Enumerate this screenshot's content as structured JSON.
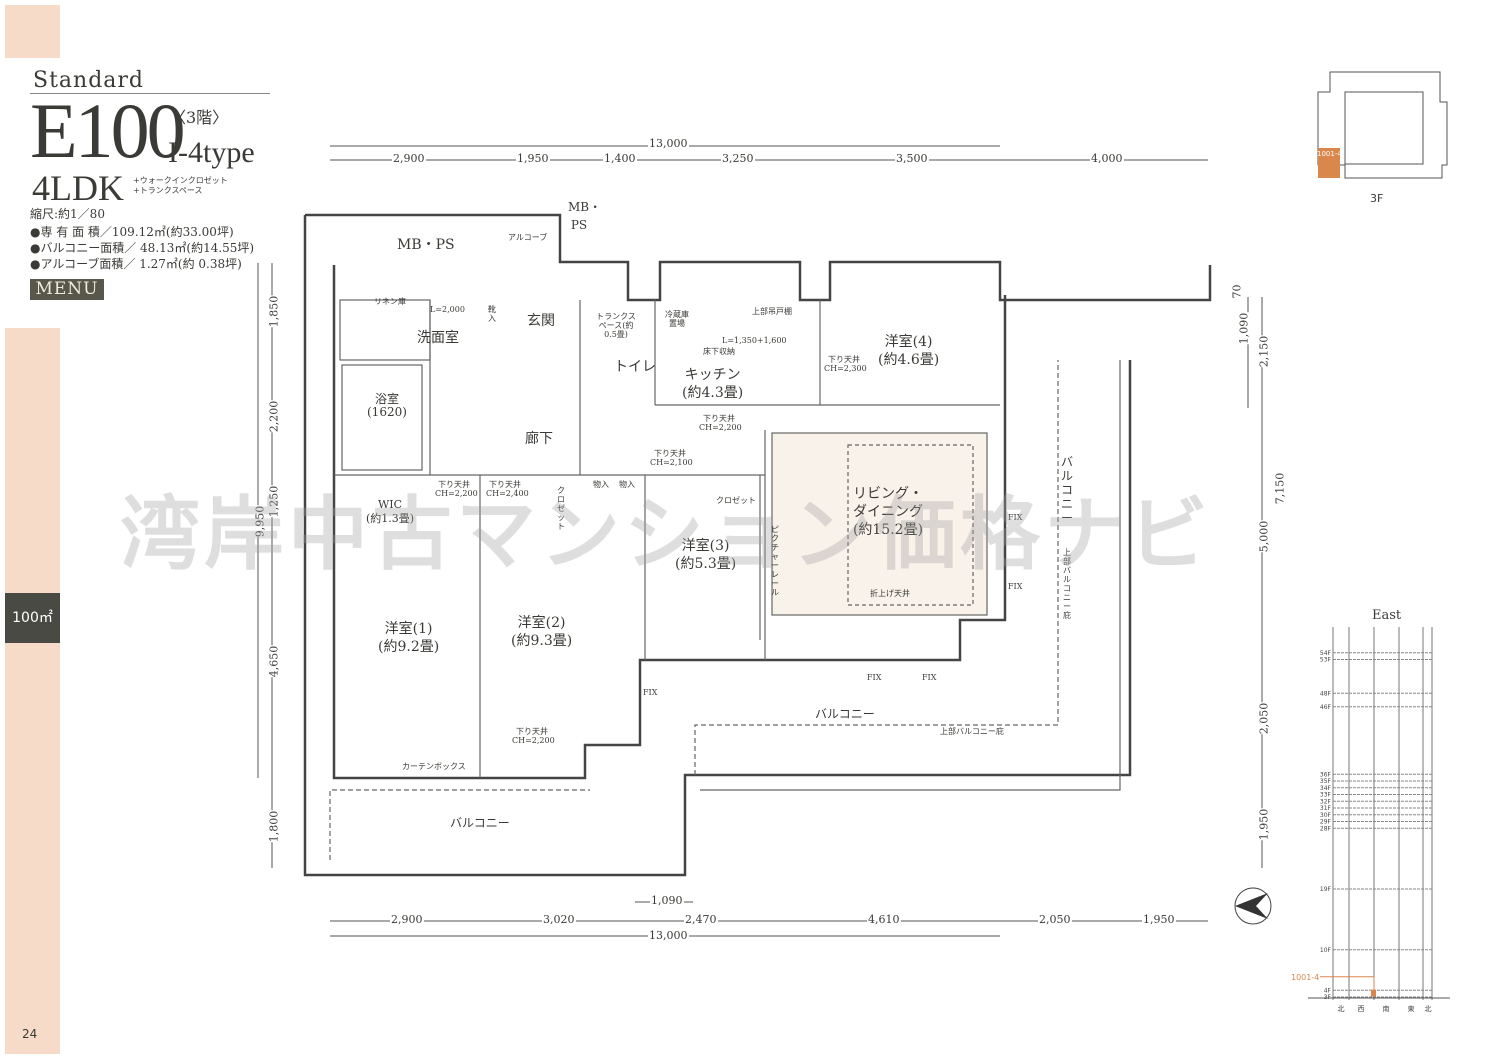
{
  "header": {
    "series": "Standard",
    "unit": "E100",
    "floor": "〈3階〉",
    "type": "I-4type",
    "layout": "4LDK",
    "extras": [
      "+ウォークインクロゼット",
      "+トランクスペース"
    ],
    "scale": "縮尺:約1／80",
    "areas": [
      "●専 有 面 積／109.12㎡(約33.00坪)",
      "●バルコニー面積／ 48.13㎡(約14.55坪)",
      "●アルコーブ面積／ 1.27㎡(約 0.38坪)"
    ],
    "menu": "MENU"
  },
  "side": {
    "area_tab": "100㎡",
    "page_number": "24"
  },
  "dims": {
    "top_total": "13,000",
    "top": [
      "2,900",
      "1,950",
      "1,400",
      "3,250",
      "3,500",
      "4,000"
    ],
    "bottom_sub": "1,090",
    "bottom": [
      "2,900",
      "3,020",
      "2,470",
      "4,610",
      "2,050",
      "1,950"
    ],
    "bottom_total": "13,000",
    "left": [
      "1,850",
      "2,200",
      "1,250",
      "4,650",
      "1,800"
    ],
    "left_total": "9,950",
    "right": [
      "70",
      "1,090",
      "2,150",
      "7,150",
      "5,000",
      "2,050",
      "1,950"
    ]
  },
  "rooms": {
    "mbps": "MB・PS",
    "mbps2": "MB・PS",
    "alcove": "アルコーブ",
    "senmen": "洗面室",
    "genkan": "玄関",
    "trunk": "トランクスペース(約0.5畳)",
    "toilet": "トイレ",
    "kitchen": "キッチン",
    "kitchen_size": "(約4.3畳)",
    "room4": "洋室(4)",
    "room4_size": "(約4.6畳)",
    "bath": "浴室",
    "bath_size": "(1620)",
    "rouka": "廊下",
    "wic": "WIC",
    "wic_size": "(約1.3畳)",
    "room3": "洋室(3)",
    "room3_size": "(約5.3畳)",
    "ld": "リビング・ダイニング",
    "ld_size": "(約15.2畳)",
    "room1": "洋室(1)",
    "room1_size": "(約9.2畳)",
    "room2": "洋室(2)",
    "room2_size": "(約9.3畳)",
    "balcony1": "バルコニー",
    "balcony2": "バルコニー",
    "balcony3": "バルコニー",
    "upper_eave": "上部バルコニー庇",
    "upper_eave2": "上部バルコニー庇",
    "picture_rail": "ピクチャーレール",
    "orikaeshi": "折上げ天井",
    "closet": "クロゼット",
    "closet2": "クロゼット",
    "storage1": "物入",
    "storage2": "物入",
    "linen": "リネン庫",
    "washstand": "L=2,000",
    "kitchen_counter": "L=1,350+1,600",
    "upper_cabinet": "上部吊戸棚",
    "floor_storage": "床下収納",
    "fridge": "冷蔵庫置場",
    "shoebox": "靴入",
    "fix1": "FIX",
    "fix2": "FIX",
    "fix3": "FIX",
    "fix4": "FIX",
    "fix5": "FIX",
    "ceilings": [
      "下り天井 CH=2,200",
      "下り天井 CH=2,400",
      "下り天井 CH=2,100",
      "下り天井 CH=2,200",
      "下り天井 CH=2,300",
      "下り天井 CH=2,200"
    ],
    "curtain": "カーテンボックス"
  },
  "watermark": "湾岸中古マンション価格ナビ",
  "keyplan": {
    "unit": "1001-4",
    "floor": "3F"
  },
  "elevation": {
    "title": "East",
    "floors": [
      "54F",
      "53F",
      "48F",
      "46F",
      "36F",
      "35F",
      "34F",
      "33F",
      "32F",
      "31F",
      "30F",
      "29F",
      "28F",
      "19F",
      "10F",
      "4F",
      "3F"
    ],
    "unit": "1001-4",
    "directions": [
      "北",
      "西",
      "南",
      "東",
      "北"
    ]
  },
  "colors": {
    "accent": "#d9874a",
    "tab": "#f6dcc8",
    "dark": "#4a4a44"
  }
}
